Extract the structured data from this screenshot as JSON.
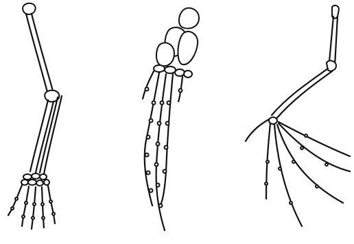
{
  "figure": {
    "panels": [
      {
        "id": "human-arm",
        "depicts": "human-arm-skeleton-icon"
      },
      {
        "id": "whale-flipper",
        "depicts": "flipper-skeleton-icon"
      },
      {
        "id": "bat-wing",
        "depicts": "bat-wing-skeleton-icon"
      }
    ],
    "stroke_color": "#111111",
    "background_color": "#ffffff"
  }
}
